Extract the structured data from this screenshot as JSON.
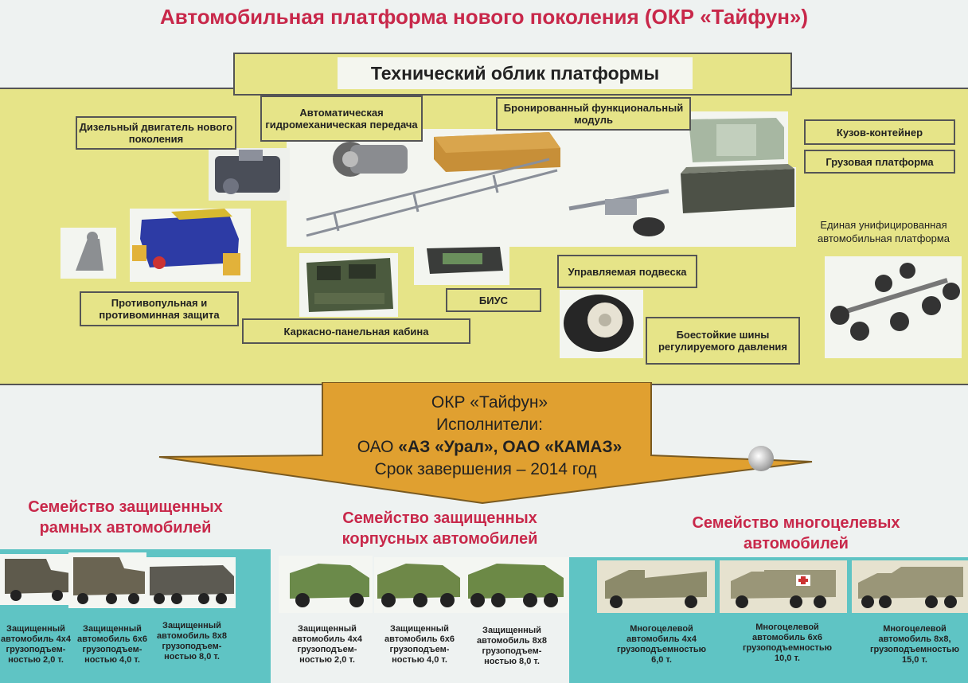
{
  "title": "Автомобильная платформа нового поколения (ОКР «Тайфун»)",
  "tech_title": "Технический облик платформы",
  "components": {
    "engine": "Дизельный двигатель нового поколения",
    "transmission": "Автоматическая гидромеханическая передача",
    "armored_module": "Бронированный функциональный модуль",
    "container_body": "Кузов-контейнер",
    "cargo_platform": "Грузовая платформа",
    "unified_platform": "Единая унифицированная автомобильная платформа",
    "protection": "Противопульная и противоминная защита",
    "cabin": "Каркасно-панельная кабина",
    "bius": "БИУС",
    "suspension": "Управляемая подвеска",
    "tires": "Боестойкие шины регулируемого давления"
  },
  "arrow": {
    "line1": "ОКР «Тайфун»",
    "line2": "Исполнители:",
    "line3_prefix": "ОАО ",
    "line3_bold": "«АЗ «Урал», ОАО «КАМАЗ»",
    "line4": "Срок завершения – 2014 год"
  },
  "families": {
    "frame": "Семейство защищенных рамных автомобилей",
    "hull": "Семейство защищенных корпусных автомобилей",
    "multi": "Семейство многоцелевых автомобилей"
  },
  "vehicles": [
    {
      "caption": "Защищенный автомобиль 4х4 грузоподъем-ностью 2,0 т."
    },
    {
      "caption": "Защищенный автомобиль 6х6 грузоподъем-ностью 4,0 т."
    },
    {
      "caption": "Защищенный автомобиль 8х8 грузоподъем-ностью 8,0 т."
    },
    {
      "caption": "Защищенный автомобиль 4х4 грузоподъем-ностью 2,0 т."
    },
    {
      "caption": "Защищенный автомобиль 6х6 грузоподъем-ностью 4,0 т."
    },
    {
      "caption": "Защищенный автомобиль 8х8 грузоподъем-ностью 8,0 т."
    },
    {
      "caption": "Многоцелевой автомобиль 4х4 грузоподъемностью 6,0 т."
    },
    {
      "caption": "Многоцелевой автомобиль 6х6 грузоподъемностью 10,0 т."
    },
    {
      "caption": "Многоцелевой автомобиль 8х8, грузоподъемностью 15,0 т."
    }
  ],
  "colors": {
    "accent_red": "#c8284a",
    "yellow_band": "#e6e488",
    "arrow_orange": "#e0a030",
    "teal": "#5fc4c4"
  }
}
